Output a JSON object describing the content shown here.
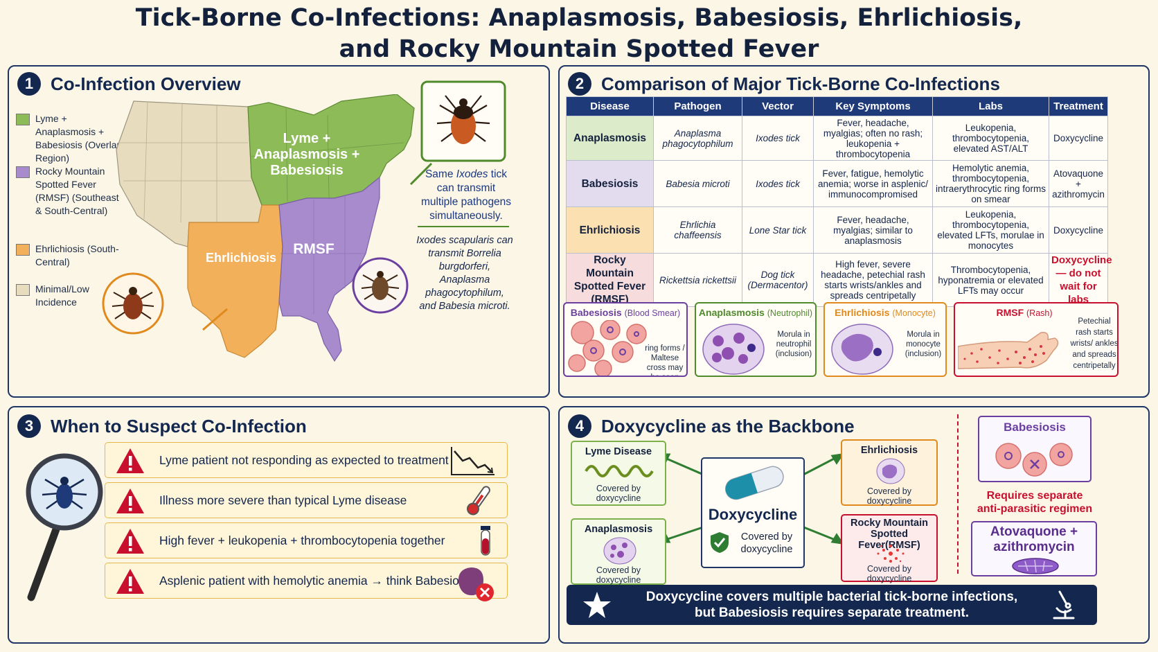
{
  "title": {
    "line1": "Tick-Borne Co-Infections: Anaplasmosis, Babesiosis, Ehrlichiosis,",
    "line2": "and Rocky Mountain Spotted Fever"
  },
  "panel1": {
    "number": "1",
    "title": "Co-Infection Overview",
    "legend": [
      {
        "label": "Lyme + Anaplasmosis + Babesiosis (Overlap Region)",
        "color": "#8dbb58"
      },
      {
        "label": "Rocky Mountain Spotted Fever (RMSF) (Southeast & South-Central)",
        "color": "#a78bcd"
      },
      {
        "label": "Ehrlichiosis (South-Central)",
        "color": "#f2b05a"
      },
      {
        "label": "Minimal/Low Incidence",
        "color": "#e8dcbe"
      }
    ],
    "map_labels": {
      "overlap_1": "Lyme +",
      "overlap_2": "Anaplasmosis +",
      "overlap_3": "Babesiosis",
      "rmsf": "RMSF",
      "ehrlichiosis": "Ehrlichiosis"
    },
    "note_a_1": "Same",
    "note_a_it": "Ixodes",
    "note_a_2": "tick can transmit multiple pathogens simultaneously.",
    "note_b": "Ixodes scapularis can transmit Borrelia burgdorferi, Anaplasma phagocytophilum, and Babesia microti."
  },
  "panel2": {
    "number": "2",
    "title": "Comparison of Major Tick-Borne Co-Infections",
    "headers": [
      "Disease",
      "Pathogen",
      "Vector",
      "Key Symptoms",
      "Labs",
      "Treatment"
    ],
    "rows": [
      {
        "disease": "Anaplasmosis",
        "pathogen": "Anaplasma phagocytophilum",
        "vector": "Ixodes tick",
        "symptoms": "Fever, headache, myalgias; often no rash; leukopenia + thrombocytopenia",
        "labs": "Leukopenia, thrombocytopenia, elevated AST/ALT",
        "treatment": "Doxycycline",
        "color": "#dcebc9"
      },
      {
        "disease": "Babesiosis",
        "pathogen": "Babesia microti",
        "vector": "Ixodes tick",
        "symptoms": "Fever, fatigue, hemolytic anemia; worse in asplenic/ immunocompromised",
        "labs": "Hemolytic anemia, thrombocytopenia, intraerythrocytic ring forms on smear",
        "treatment": "Atovaquone + azithromycin",
        "color": "#e3dbee"
      },
      {
        "disease": "Ehrlichiosis",
        "pathogen": "Ehrlichia chaffeensis",
        "vector": "Lone Star tick",
        "symptoms": "Fever, headache, myalgias; similar to anaplasmosis",
        "labs": "Leukopenia, thrombocytopenia, elevated LFTs, morulae in monocytes",
        "treatment": "Doxycycline",
        "color": "#fbe0b2"
      },
      {
        "disease": "Rocky Mountain Spotted Fever (RMSF)",
        "pathogen": "Rickettsia rickettsii",
        "vector": "Dog tick (Dermacentor)",
        "symptoms": "High fever, severe headache, petechial rash starts wrists/ankles and spreads centripetally",
        "labs": "Thrombocytopenia, hyponatremia or elevated LFTs may occur",
        "treatment": "Doxycycline — do not wait for labs",
        "color": "#f6dcdc"
      }
    ],
    "cards": [
      {
        "title": "Babesiosis",
        "sub": "(Blood Smear)",
        "caption": "ring forms / Maltese cross may be seen",
        "color": "#6b3fa0"
      },
      {
        "title": "Anaplasmosis",
        "sub": "(Neutrophil)",
        "caption": "Morula in neutrophil (inclusion)",
        "color": "#4f8a2b"
      },
      {
        "title": "Ehrlichiosis",
        "sub": "(Monocyte)",
        "caption": "Morula in monocyte (inclusion)",
        "color": "#e08a1e"
      },
      {
        "title": "RMSF",
        "sub": "(Rash)",
        "caption": "Petechial rash starts wrists/ ankles and spreads centripetally",
        "color": "#c8102e"
      }
    ]
  },
  "panel3": {
    "number": "3",
    "title": "When to Suspect Co-Infection",
    "items": [
      "Lyme patient not responding as expected to treatment",
      "Illness more severe than typical Lyme disease",
      "High fever + leukopenia + thrombocytopenia together",
      "Asplenic patient with hemolytic anemia → think Babesiosis"
    ]
  },
  "panel4": {
    "number": "4",
    "title": "Doxycycline as the Backbone",
    "center_label": "Doxycycline",
    "center_sub": "Covered by doxycycline",
    "boxes": [
      {
        "title": "Lyme Disease",
        "caption": "Covered by doxycycline"
      },
      {
        "title": "Anaplasmosis",
        "caption": "Covered by doxycycline"
      },
      {
        "title": "Ehrlichiosis",
        "caption": "Covered by doxycycline"
      },
      {
        "title": "Rocky Mountain Spotted Fever(RMSF)",
        "caption": "Covered by doxycycline"
      }
    ],
    "babesiosis_title": "Babesiosis",
    "babesiosis_note": "Requires separate anti-parasitic regimen",
    "babesiosis_drug": "Atovaquone + azithromycin",
    "banner_line1": "Doxycycline covers multiple bacterial tick-borne infections,",
    "banner_line2": "but Babesiosis requires separate treatment."
  }
}
